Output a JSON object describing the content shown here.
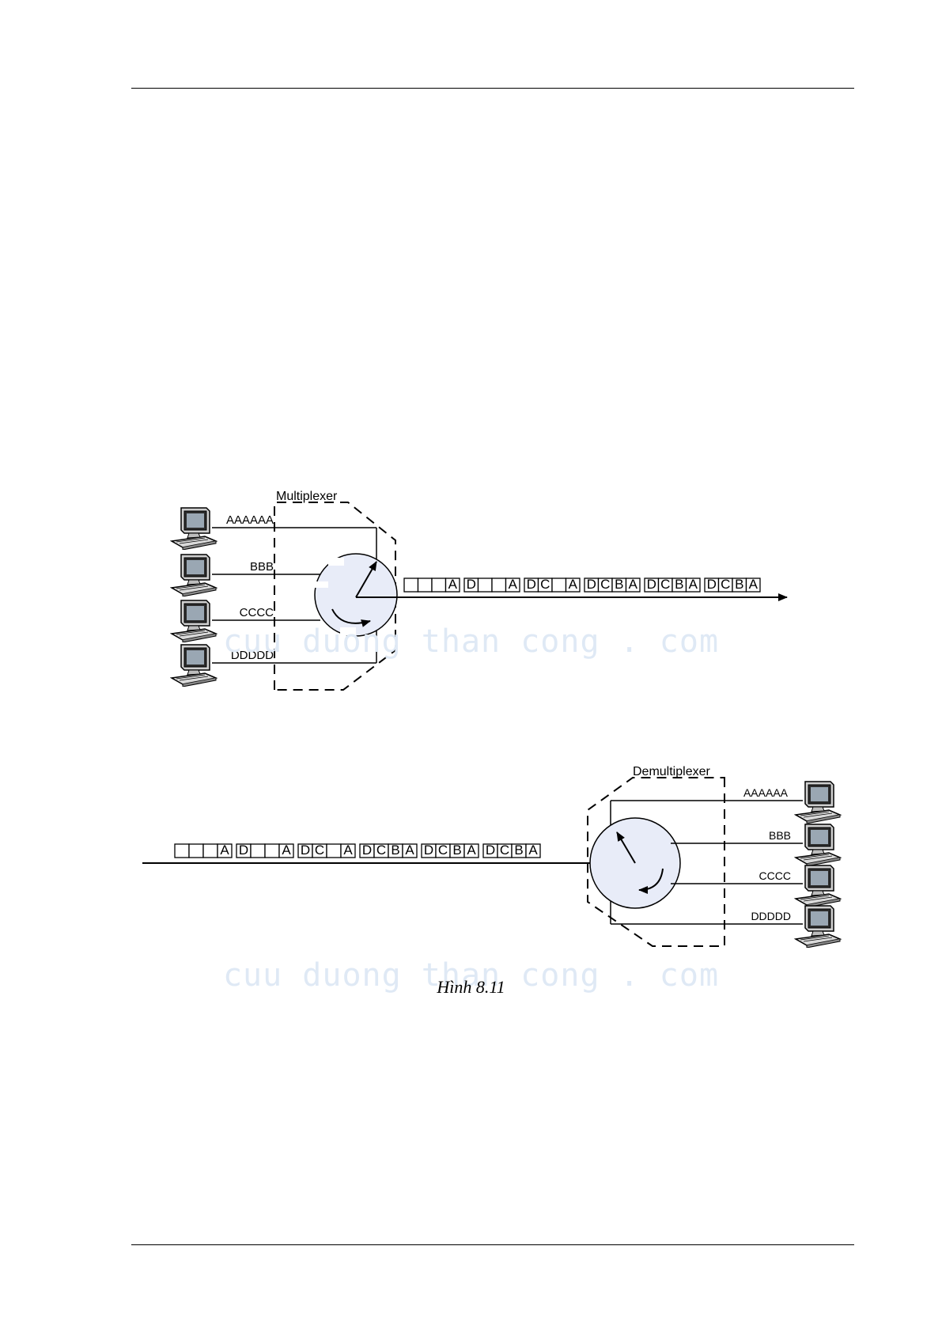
{
  "multiplexer": {
    "label": "Multiplexer",
    "inputs": [
      "AAAAAA",
      "BBB",
      "CCCC",
      "DDDDD"
    ]
  },
  "demultiplexer": {
    "label": "Demultiplexer",
    "outputs": [
      "AAAAAA",
      "BBB",
      "CCCC",
      "DDDDD"
    ]
  },
  "frames": [
    [
      "",
      "",
      "",
      "A"
    ],
    [
      "D",
      "",
      "",
      "A"
    ],
    [
      "D",
      "C",
      "",
      "A"
    ],
    [
      "D",
      "C",
      "B",
      "A"
    ],
    [
      "D",
      "C",
      "B",
      "A"
    ],
    [
      "D",
      "C",
      "B",
      "A"
    ]
  ],
  "watermark": "cuu duong than cong . com",
  "caption": "Hình 8.11"
}
